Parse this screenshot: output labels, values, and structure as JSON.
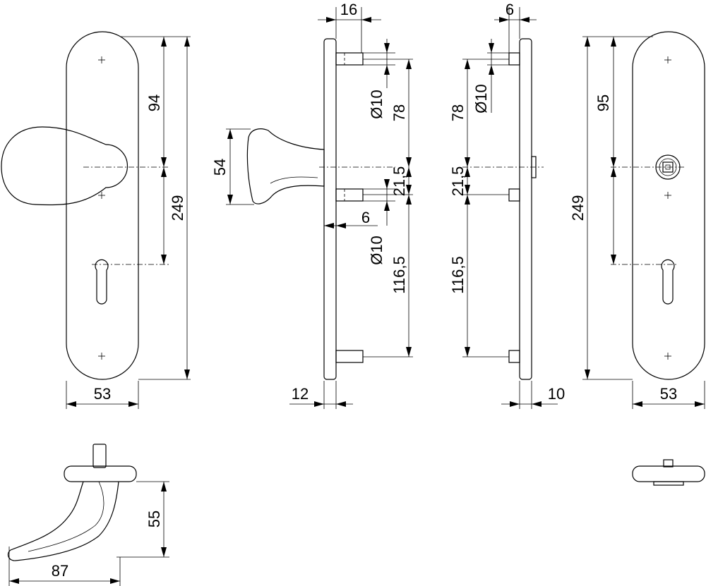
{
  "diagram": {
    "views": [
      "front-knob-side",
      "side-knob-profile",
      "side-back-profile",
      "back-plate-view",
      "top-lever-view",
      "top-plate-view"
    ],
    "dimensions": {
      "d94": "94",
      "d249_left": "249",
      "d53_left": "53",
      "d54": "54",
      "d16": "16",
      "d10dia_top_mid": "Ø10",
      "d78_mid": "78",
      "d21_5_mid": "21,5",
      "d6_mid": "6",
      "d10dia_low_mid": "Ø10",
      "d116_5_mid": "116,5",
      "d12": "12",
      "d6_right": "6",
      "d10dia_right": "Ø10",
      "d78_right": "78",
      "d21_5_right": "21,5",
      "d116_5_right": "116,5",
      "d10": "10",
      "d95": "95",
      "d249_right": "249",
      "d53_right": "53",
      "d55": "55",
      "d87": "87"
    }
  }
}
